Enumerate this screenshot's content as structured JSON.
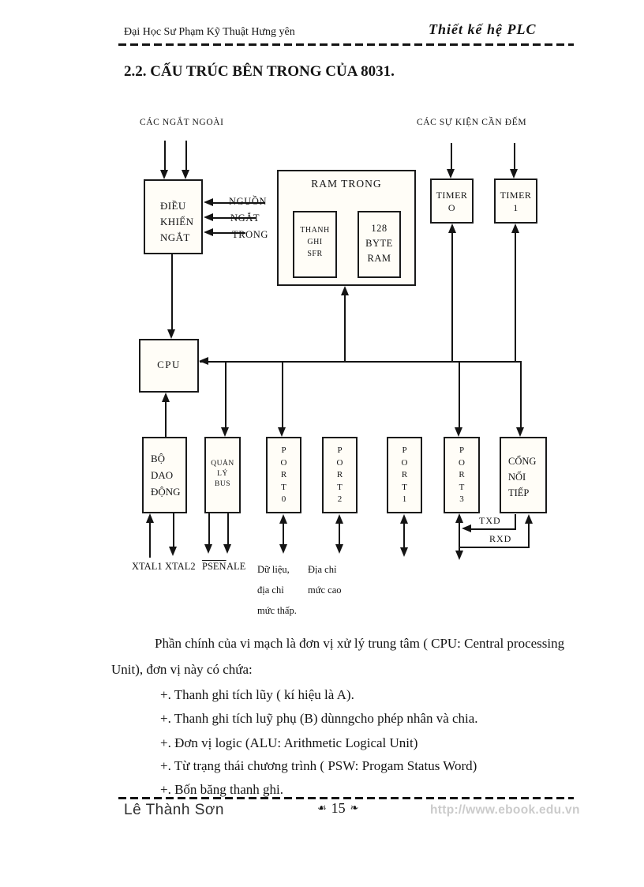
{
  "header": {
    "school": "Đại Học Sư Phạm Kỹ Thuật Hưng yên",
    "doc_title": "Thiết kế hệ PLC"
  },
  "section": {
    "title": "2.2. CẤU TRÚC BÊN TRONG CỦA 8031."
  },
  "diagram": {
    "labels": {
      "external_interrupts": "CÁC NGẮT NGOÀI",
      "count_events": "CÁC  SỰ  KIỆN  CẦN  ĐẾM",
      "nguon": "NGUỒN",
      "ngat": "NGẮT",
      "trong": "TRONG",
      "xtal1": "XTAL1",
      "xtal2": "XTAL2",
      "psen": "PSEN",
      "ale": "ALE",
      "txd": "TXD",
      "rxd": "RXD",
      "data_addr_low": [
        "Dữ liệu,",
        "địa  chỉ",
        "mức thấp."
      ],
      "addr_high": [
        "Địa  chỉ",
        "mức cao"
      ]
    },
    "blocks": {
      "interrupt_control": [
        "ĐIỀU",
        "KHIỂN",
        "NGẮT"
      ],
      "ram_internal_title": "RAM TRONG",
      "sfr": [
        "THANH",
        "GHI",
        "SFR"
      ],
      "ram128": [
        "128",
        "BYTE",
        "RAM"
      ],
      "timer0": [
        "TIMER",
        "O"
      ],
      "timer1": [
        "TIMER",
        "1"
      ],
      "cpu": "CPU",
      "oscillator": [
        "BỘ",
        "DAO",
        "ĐỘNG"
      ],
      "bus_manager": [
        "QUẢN",
        "LÝ",
        "BUS"
      ],
      "port0": [
        "P",
        "O",
        "R",
        "T",
        "0"
      ],
      "port2": [
        "P",
        "O",
        "R",
        "T",
        "2"
      ],
      "port1": [
        "P",
        "O",
        "R",
        "T",
        "1"
      ],
      "port3": [
        "P",
        "O",
        "R",
        "T",
        "3"
      ],
      "serial_port": [
        "CỔNG",
        "NỐI",
        "TIẾP"
      ]
    }
  },
  "body": {
    "paragraph": [
      "Phần chính của vi mạch là đơn vị xử lý trung tâm ( CPU: Central processing",
      "Unit), đơn vị này có chứa:"
    ],
    "items": [
      "+. Thanh ghi tích lũy ( kí hiệu là A).",
      "+. Thanh ghi tích luỹ phụ (B) dùnngcho phép nhân và chia.",
      "+. Đơn vị logic (ALU: Arithmetic Logical Unit)",
      "+. Từ trạng thái chương trình ( PSW: Progam Status Word)",
      "+. Bốn băng thanh ghi."
    ]
  },
  "footer": {
    "author": "Lê Thành Sơn",
    "ornament_left": "☙",
    "page_number": "15",
    "ornament_right": "❧",
    "watermark": "http://www.ebook.edu.vn"
  }
}
